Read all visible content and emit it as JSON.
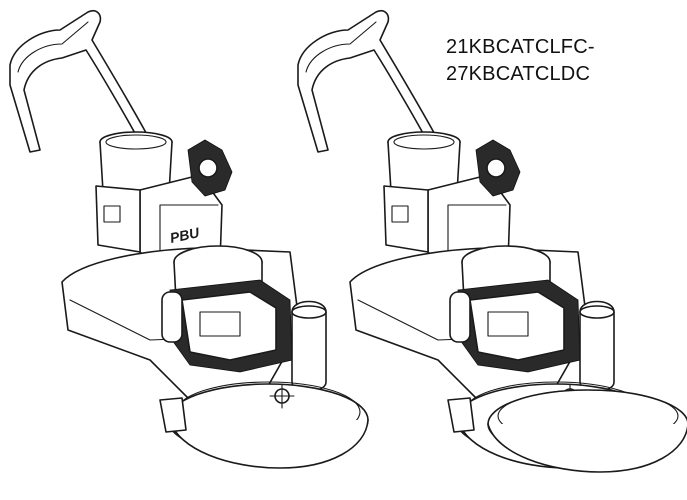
{
  "figure": {
    "model_label_lines": [
      "21KBCATCLFC-",
      "27KBCATCLDC"
    ],
    "panel_text": "PBU",
    "drawings": [
      {
        "name": "floor-machine-left",
        "variant": "with PBU lettering"
      },
      {
        "name": "floor-machine-right",
        "variant": "larger pad"
      }
    ]
  },
  "colors": {
    "line": "#1a1a1a",
    "background": "#ffffff",
    "text": "#111111"
  }
}
